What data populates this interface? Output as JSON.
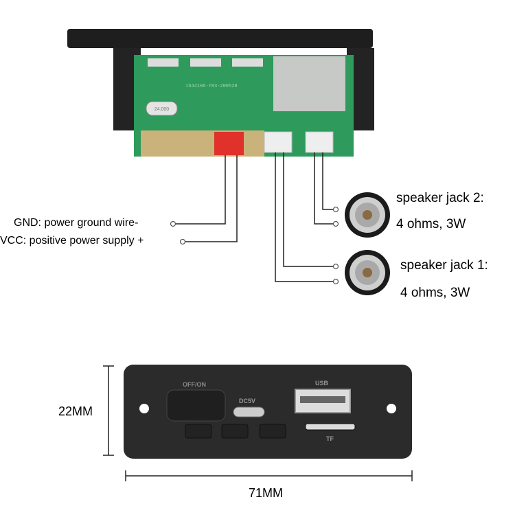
{
  "labels": {
    "gnd": "GND: power ground wire-",
    "vcc": "VCC: positive power supply +",
    "jack2_title": "speaker jack 2:",
    "jack2_spec": "4 ohms, 3W",
    "jack1_title": "speaker jack 1:",
    "jack1_spec": "4 ohms, 3W",
    "height_dim": "22MM",
    "width_dim": "71MM"
  },
  "panel": {
    "switch_label": "OFF/ON",
    "power_label": "DC5V",
    "usb_label": "USB",
    "tf_label": "TF"
  },
  "board": {
    "pcb_code": "1544106-Y83-200528",
    "crystal": "24.000"
  },
  "colors": {
    "pcb": "#2e9a5c",
    "connector_red": "#e0322a",
    "panel": "#2b2b2b"
  }
}
